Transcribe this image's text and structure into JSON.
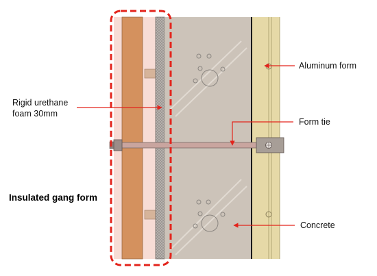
{
  "labels": {
    "aluminum_form": "Aluminum form",
    "rigid_foam_line1": "Rigid urethane",
    "rigid_foam_line2": "foam 30mm",
    "form_tie": "Form tie",
    "insulated_gang_form": "Insulated gang form",
    "concrete": "Concrete"
  },
  "colors": {
    "plywood": "#d4915e",
    "pink_panel": "#f7dcd5",
    "foam": "#b9b4b0",
    "concrete": "#ccc3b9",
    "aluminum": "#e6d9a7",
    "arrow": "#e3241c",
    "highlight": "#e3241c"
  }
}
